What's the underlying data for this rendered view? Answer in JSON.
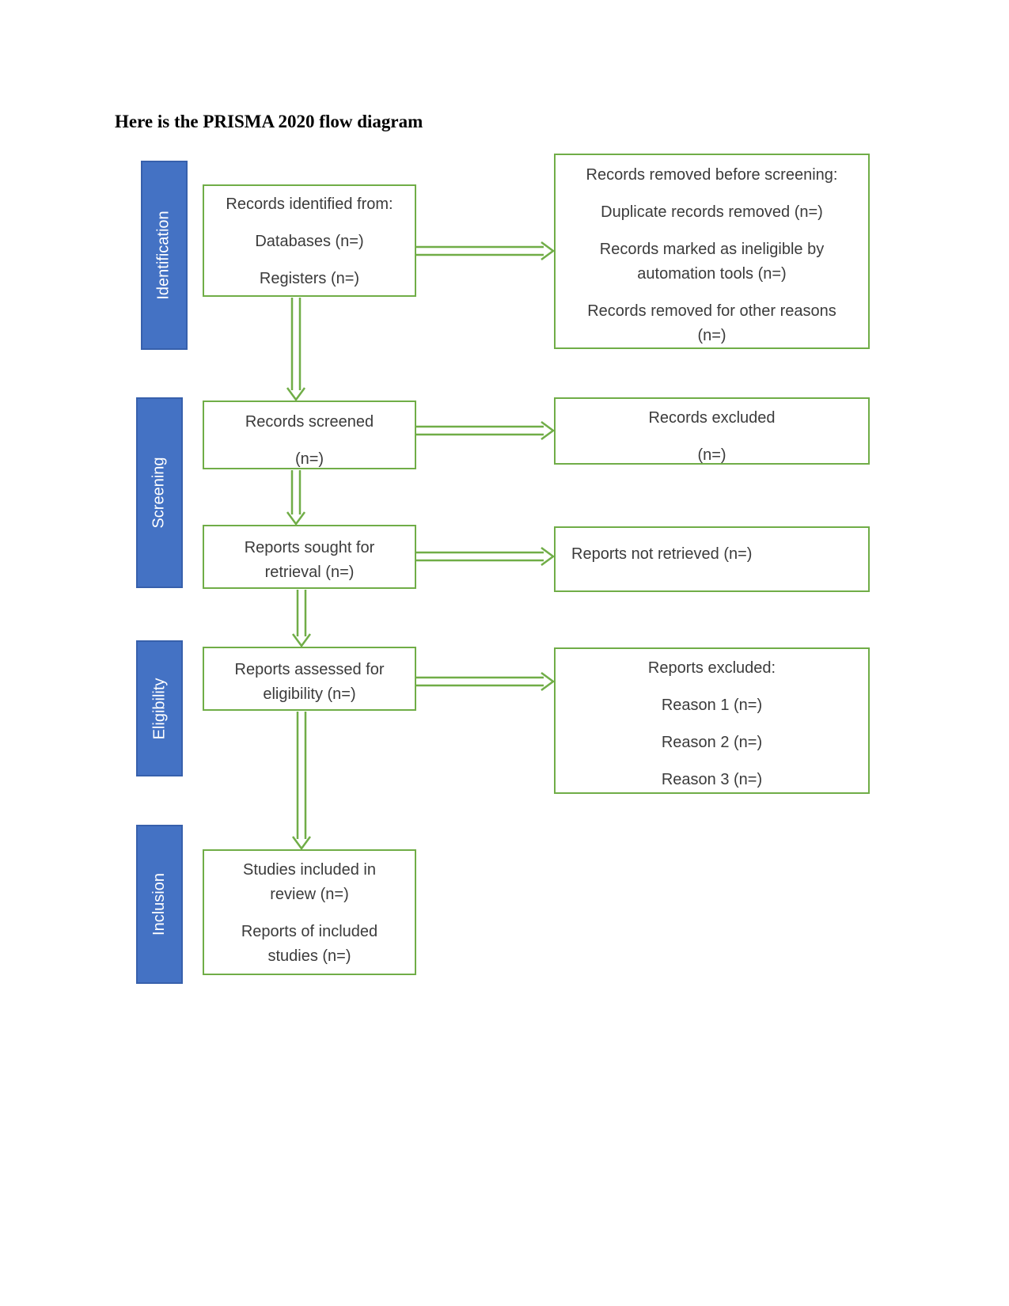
{
  "title": "Here is the PRISMA 2020 flow diagram",
  "colors": {
    "box_border_green": "#70AD47",
    "arrow_green": "#70AD47",
    "stage_fill_blue": "#4472C4",
    "stage_text_color": "#FFFFFF",
    "box_text_color": "#3B3B3B",
    "title_color": "#000000",
    "page_background": "#FFFFFF"
  },
  "stages": [
    {
      "label": "Identification"
    },
    {
      "label": "Screening"
    },
    {
      "label": "Eligibility"
    },
    {
      "label": "Inclusion"
    }
  ],
  "boxes": {
    "records_identified": {
      "lines": [
        "Records identified from:",
        "Databases (n=)",
        "Registers (n=)"
      ]
    },
    "records_removed": {
      "lines": [
        "Records removed before screening:",
        "Duplicate records removed (n=)",
        "Records marked as ineligible by",
        "automation tools (n=)",
        "Records removed for other reasons",
        "(n=)"
      ]
    },
    "records_screened": {
      "lines": [
        "Records screened",
        "(n=)"
      ]
    },
    "records_excluded": {
      "lines": [
        "Records excluded",
        "(n=)"
      ]
    },
    "reports_sought": {
      "lines": [
        "Reports sought for",
        "retrieval (n=)"
      ]
    },
    "reports_not_retrieved": {
      "lines": [
        "Reports not retrieved (n=)"
      ]
    },
    "reports_assessed": {
      "lines": [
        "Reports assessed for",
        "eligibility (n=)"
      ]
    },
    "reports_excluded": {
      "lines": [
        "Reports excluded:",
        "Reason 1 (n=)",
        "Reason 2 (n=)",
        "Reason 3 (n=)"
      ]
    },
    "studies_included": {
      "lines": [
        "Studies included in",
        "review (n=)",
        "Reports of included",
        "studies (n=)"
      ]
    }
  }
}
